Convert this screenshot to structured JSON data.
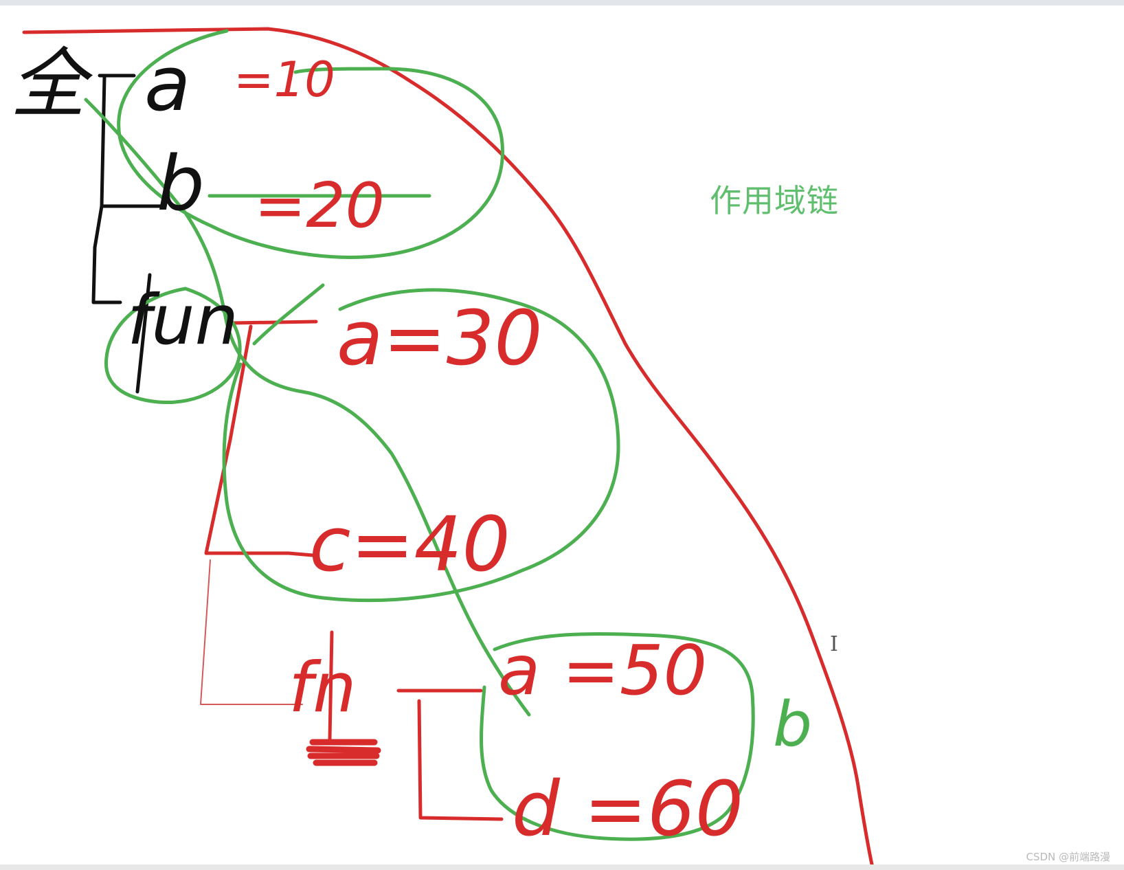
{
  "note": {
    "title": "作用域链"
  },
  "labels": {
    "global": "全",
    "var_a_global": "a",
    "val_a_global": "=10",
    "var_b_global": "b",
    "val_b_global": "=20",
    "fn_fun": "fun",
    "assign_a_30": "a=30",
    "assign_c_40": "c=40",
    "fn_fn": "fn",
    "assign_a_50": "a =50",
    "assign_d_60": "d =60",
    "side_b": "b"
  },
  "watermark": "CSDN @前端路漫",
  "colors": {
    "scope_chain_green": "#4caf50",
    "code_red": "#d82b2b",
    "ink_black": "#111111"
  },
  "icons": {
    "cursor": "text-cursor-icon"
  }
}
